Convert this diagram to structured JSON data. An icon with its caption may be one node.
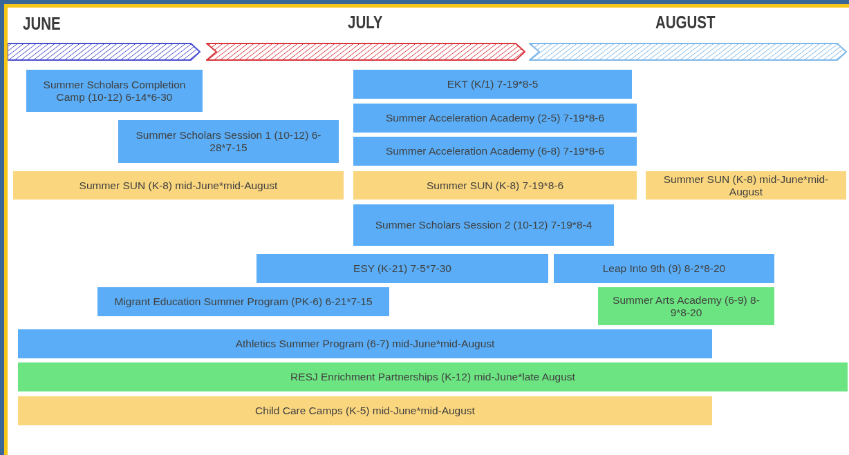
{
  "diagram": {
    "nodes": [
      {
        "text": [
          "Summer Scholars Completion Camp (10-12) 6-14*6-30"
        ]
      },
      {
        "text": [
          "EKT (K/1) 7-19*8-5"
        ]
      },
      {
        "text": [
          "Summer Acceleration Academy (2-5) 7-19*8-6"
        ]
      },
      {
        "text": [
          "Summer Scholars Session 1 (10-12) 6-28*7-15"
        ]
      },
      {
        "text": [
          "Summer Acceleration Academy (6-8) 7-19*8-6"
        ]
      },
      {
        "text": [
          "Summer SUN (K-8) mid-June*mid-August"
        ]
      },
      {
        "text": [
          "Summer SUN (K-8) 7-19*8-6"
        ]
      },
      {
        "text": [
          "Summer SUN (K-8) mid-June*mid-August"
        ]
      },
      {
        "text": [
          "Summer Scholars Session 2 (10-12) 7-19*8-4"
        ]
      },
      {
        "text": [
          "ESY (K-21) 7-5*7-30"
        ]
      },
      {
        "text": [
          "Leap Into 9th (9) 8-2*8-20"
        ]
      },
      {
        "text": [
          "Migrant Education Summer Program (PK-6) 6-21*7-15"
        ]
      },
      {
        "text": [
          "Summer Arts Academy (6-9) 8-9*8-20"
        ]
      },
      {
        "text": [
          "Athletics Summer Program (6-7) mid-June*mid-August"
        ]
      },
      {
        "text": [
          "RESJ Enrichment Partnerships (K-12) mid-June*late August"
        ]
      },
      {
        "text": [
          "Child Care Camps (K-5) mid-June*mid-August"
        ]
      }
    ],
    "labels": [
      "JUNE",
      "JULY",
      "AUGUST"
    ]
  }
}
